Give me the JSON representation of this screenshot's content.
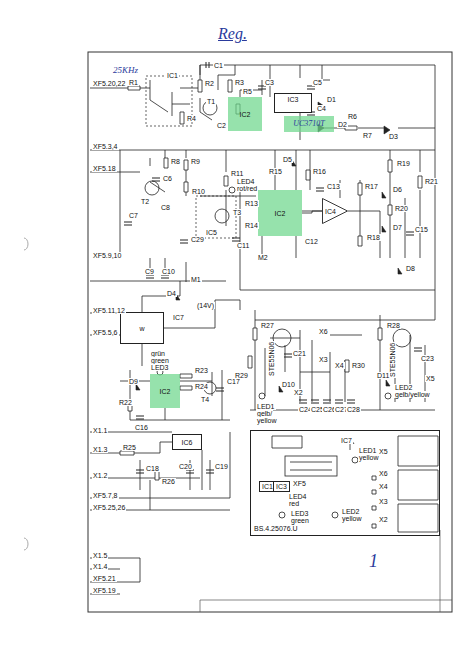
{
  "diagram": {
    "title": "Reg.",
    "nodes": [
      {
        "text": [
          "IC3"
        ]
      },
      {
        "text": [
          "UC3710T"
        ]
      },
      {
        "text": [
          "IC2"
        ]
      },
      {
        "text": [
          "IC2"
        ]
      },
      {
        "text": [
          "IC4"
        ]
      },
      {
        "text": [
          "w"
        ]
      },
      {
        "text": [
          "IC2"
        ]
      },
      {
        "text": [
          "IC6"
        ]
      },
      {
        "text": [
          "BS.4.25076.U"
        ]
      },
      {
        "text": [
          "IC1"
        ],
        "in": 8
      },
      {
        "text": [
          "IC3"
        ],
        "in": 8
      }
    ],
    "edges": [
      {
        "from": 3,
        "to": 4,
        "arrow": "none"
      }
    ],
    "labels": [
      "25KHz",
      "C1",
      "R2",
      "R3",
      "R1",
      "IC1",
      "R4",
      "T1",
      "R5",
      "C3",
      "C2",
      "C5",
      "D1",
      "C4",
      "D2",
      "R6",
      "R7",
      "D3",
      "XF5.20,22",
      "XF5.3,4",
      "XF5.18",
      "R8",
      "R9",
      "C6",
      "T2",
      "R10",
      "R11",
      "LED4",
      "rot/red",
      "T3",
      "C8",
      "C7",
      "C29",
      "IC5",
      "D5",
      "R16",
      "R15",
      "C13",
      "R17",
      "R19",
      "R21",
      "D6",
      "R20",
      "R18",
      "D7",
      "C15",
      "C11",
      "C12",
      "R13",
      "R14",
      "M2",
      "XF5.9,10",
      "C9",
      "C10",
      "M1",
      "D4",
      "(14V)",
      "D8",
      "XF5.11,12",
      "XF5.5,6",
      "IC7",
      "R27",
      "R28",
      "X6",
      "STE55N06",
      "C21",
      "R29",
      "R30",
      "X3",
      "X4",
      "STE55N06",
      "C23",
      "D10",
      "X2",
      "C24",
      "C25",
      "C26",
      "C27",
      "C28",
      "D11",
      "X5",
      "LED2",
      "gelb/yellow",
      "LED1",
      "gelb/",
      "yellow",
      "grün",
      "green",
      "LED3",
      "D9",
      "R23",
      "R24",
      "T4",
      "C17",
      "R22",
      "C16",
      "X1.1",
      "X1.3",
      "R25",
      "C18",
      "C20",
      "C19",
      "R26",
      "X1.2",
      "XF5.7,8",
      "XF5.25,26",
      "X1.5",
      "X1.4",
      "XF5.21",
      "XF5.19",
      "IC7",
      "LED1",
      "yellow",
      "X5",
      "XF5",
      "X6",
      "X4",
      "X3",
      "X2",
      "LED4",
      "red",
      "LED3",
      "green",
      "LED2",
      "yellow",
      "1"
    ]
  }
}
